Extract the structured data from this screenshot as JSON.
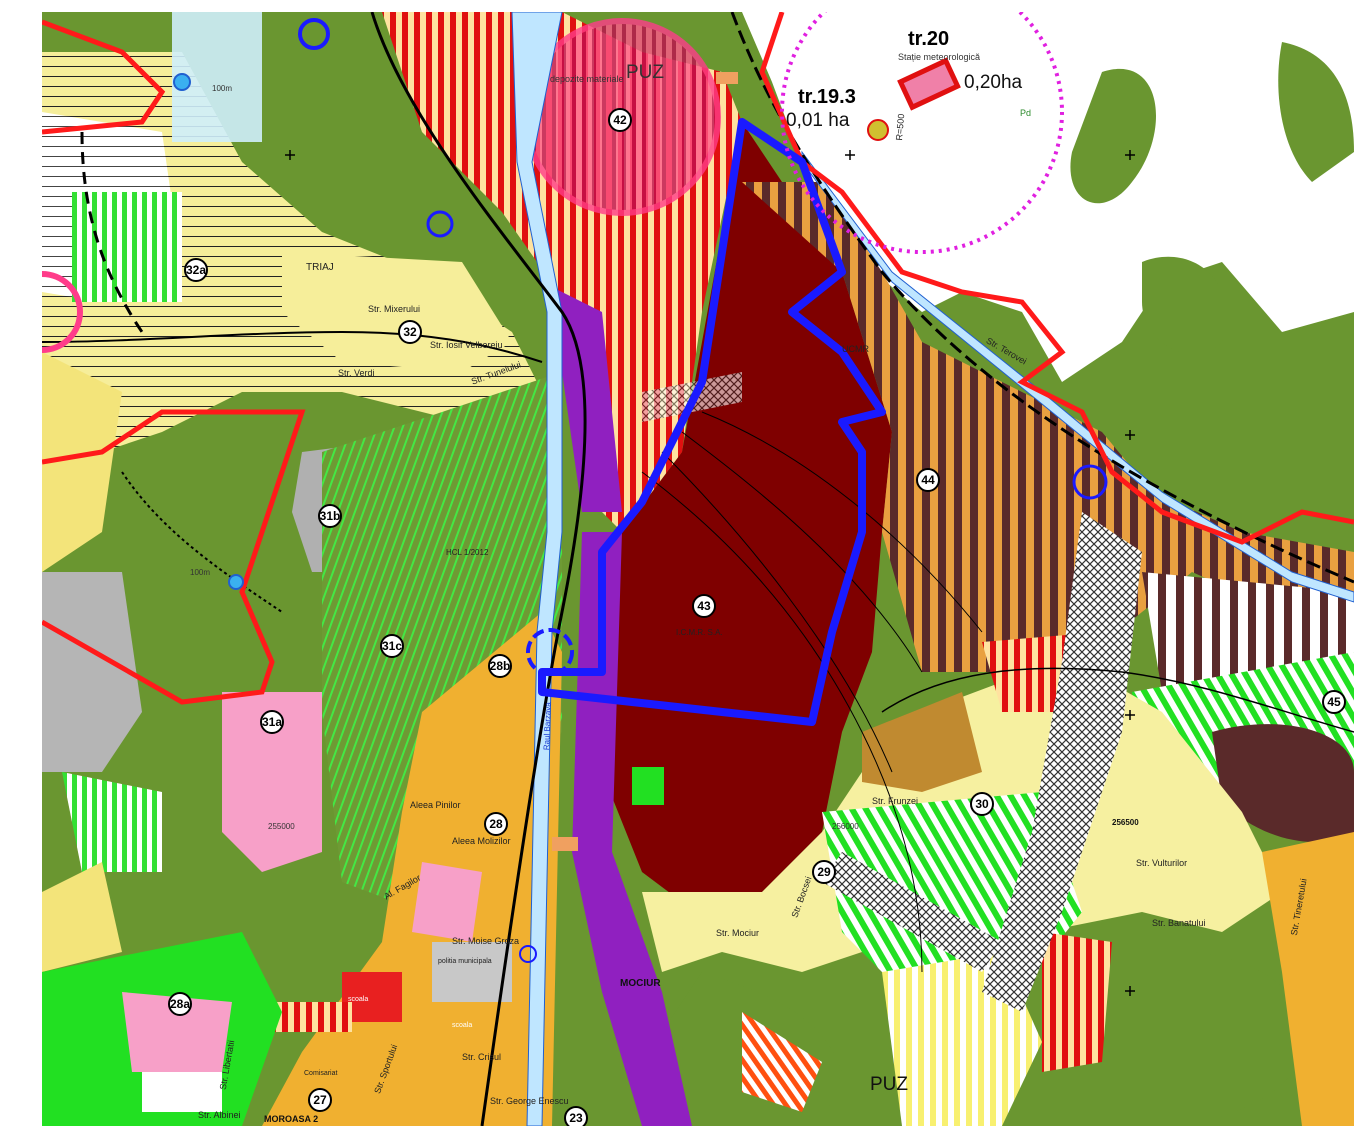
{
  "map": {
    "zones": [
      {
        "id": "z42",
        "label": "42"
      },
      {
        "id": "z43",
        "label": "43"
      },
      {
        "id": "z44",
        "label": "44"
      },
      {
        "id": "z45",
        "label": "45"
      },
      {
        "id": "z32",
        "label": "32"
      },
      {
        "id": "z32a",
        "label": "32a"
      },
      {
        "id": "z31a",
        "label": "31a"
      },
      {
        "id": "z31b",
        "label": "31b"
      },
      {
        "id": "z31c",
        "label": "31c"
      },
      {
        "id": "z30",
        "label": "30"
      },
      {
        "id": "z29",
        "label": "29"
      },
      {
        "id": "z28",
        "label": "28"
      },
      {
        "id": "z28a",
        "label": "28a"
      },
      {
        "id": "z28b",
        "label": "28b"
      },
      {
        "id": "z27",
        "label": "27"
      },
      {
        "id": "z23",
        "label": "23"
      }
    ],
    "sites": {
      "tr20": {
        "code": "tr.20",
        "name": "Stație meteorologică",
        "area": "0,20ha"
      },
      "tr19": {
        "code": "tr.19.3",
        "area": "0,01 ha"
      }
    },
    "labels": {
      "puz_top": "PUZ",
      "puz_bottom": "PUZ",
      "triaj": "TRIAJ",
      "mocir": "MOCIUR",
      "moroasa": "MOROASA 2",
      "ucmr": "UCMR",
      "icmr": "I.C.M.R. S.A.",
      "hcl": "HCL 1/2012",
      "depozite": "depozite materiale",
      "radius": "R=500",
      "dist_100a": "100m",
      "dist_100b": "100m",
      "coord_a": "255000",
      "coord_b": "256000",
      "coord_c": "256500",
      "pd": "Pd",
      "scoala_a": "scoala",
      "scoala_b": "scoala",
      "politia": "politia municipala",
      "comisariat": "Comisariat",
      "raul": "Raul Barzava"
    },
    "streets": [
      "Str. Mixerului",
      "Str. Verdi",
      "Str. Iosif Velbereiu",
      "Str. Tunelului",
      "Str. Terovei",
      "Aleea Pinilor",
      "Aleea Molizilor",
      "Al. Fagilor",
      "Str. Moise Groza",
      "Str. Mociur",
      "Str. Bocsei",
      "Str. Frunzei",
      "Str. Vulturilor",
      "Str. Banatului",
      "Str. Sportului",
      "Str. Crisul",
      "Str. George Enescu",
      "Str. Tineretului",
      "Str. Albinei",
      "Str. Libertatii"
    ],
    "colors": {
      "industrial": "#7f0000",
      "green": "#5e8a2a",
      "residential": "#f3e47a",
      "uat_border": "#ff1a1a",
      "puz_boundary": "#1a1aff",
      "railway": "#000000",
      "hatch_green": "#33e033",
      "brown": "#5a2a2a",
      "orange_res": "#f0b030",
      "pink": "#ff3c8a"
    }
  }
}
